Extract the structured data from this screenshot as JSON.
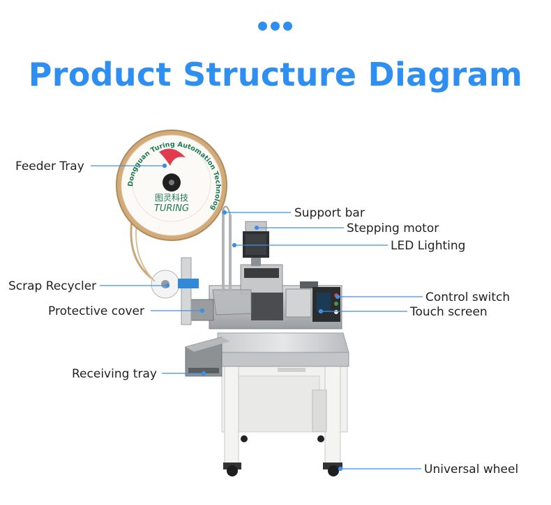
{
  "header": {
    "title": "Product Structure Diagram"
  },
  "colors": {
    "accent": "#2e8ff0",
    "leader": "#3c8fe8"
  },
  "reel": {
    "brand_cn": "图灵科技",
    "brand_en": "TURING",
    "ring_text": "Dongguan Turing Automation Technology Co., Ltd."
  },
  "labels": {
    "feeder_tray": "Feeder Tray",
    "support_bar": "Support bar",
    "stepping_motor": "Stepping motor",
    "led_lighting": "LED Lighting",
    "scrap_recycler": "Scrap Recycler",
    "control_switch": "Control switch",
    "protective_cover": "Protective cover",
    "touch_screen": "Touch screen",
    "receiving_tray": "Receiving tray",
    "universal_wheel": "Universal wheel"
  }
}
